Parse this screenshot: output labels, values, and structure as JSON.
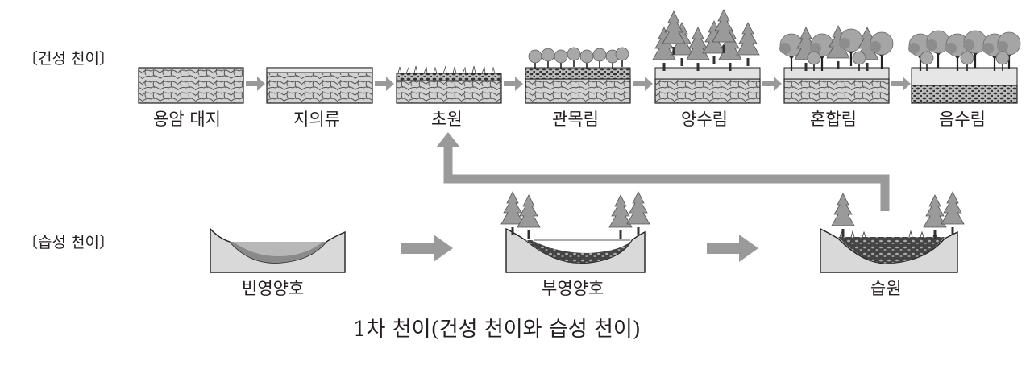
{
  "dry": {
    "label": "〔건성 천이〕",
    "stages": [
      "용암 대지",
      "지의류",
      "초원",
      "관목림",
      "양수림",
      "혼합림",
      "음수림"
    ]
  },
  "wet": {
    "label": "〔습성 천이〕",
    "stages": [
      "빈영양호",
      "부영양호",
      "습원"
    ]
  },
  "caption": "1차 천이(건성 천이와 습성 천이)",
  "colors": {
    "arrow": "#9a9a9a",
    "rock": "#cfcfcf",
    "outline": "#231f20",
    "water": "#8a8a8a"
  }
}
